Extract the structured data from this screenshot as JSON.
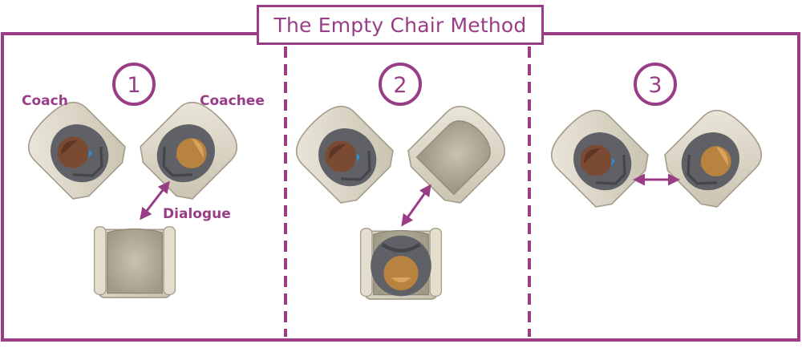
{
  "title": "The Empty Chair Method",
  "labels": {
    "coach": "Coach",
    "coachee": "Coachee",
    "dialogue": "Dialogue"
  },
  "steps": [
    {
      "number": "1"
    },
    {
      "number": "2"
    },
    {
      "number": "3"
    }
  ],
  "colors": {
    "accent": "#993d87",
    "chair_frame": "#d9d3c3",
    "chair_seat": "#a8a391",
    "suit": "#5f6166",
    "hair_brown": "#7a4a33",
    "hair_blond": "#b8823f",
    "tie": "#2e8fd6"
  }
}
